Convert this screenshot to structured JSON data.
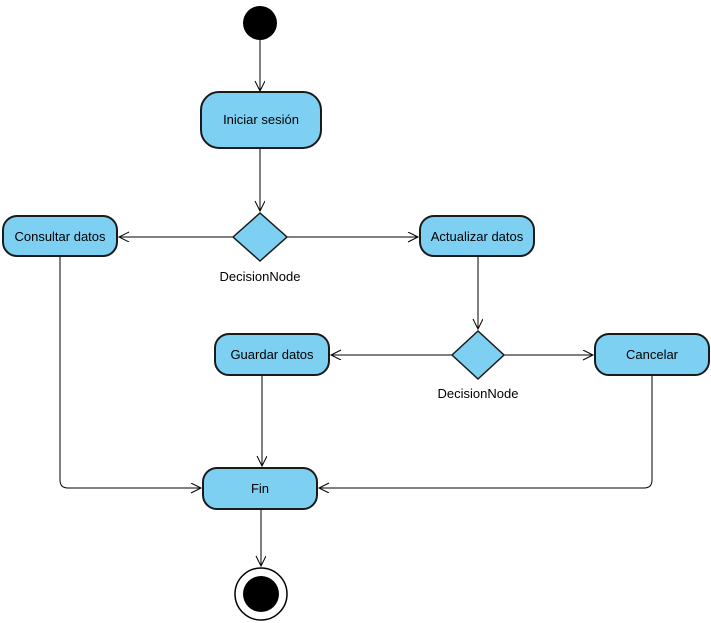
{
  "diagram": {
    "kind": "uml-activity-diagram",
    "colors": {
      "background": "#ffffff",
      "node_fill": "#7ED0F2",
      "node_stroke": "#1a1a1a",
      "edge_color": "#000000",
      "initial_node_fill": "#000000",
      "final_node_fill": "#000000",
      "text_color": "#000000"
    },
    "nodes": {
      "initial": {
        "kind": "initial-node"
      },
      "iniciar_sesion": {
        "label": "Iniciar sesión"
      },
      "decision1": {
        "label": "DecisionNode"
      },
      "consultar_datos": {
        "label": "Consultar datos"
      },
      "actualizar_datos": {
        "label": "Actualizar datos"
      },
      "decision2": {
        "label": "DecisionNode"
      },
      "guardar_datos": {
        "label": "Guardar datos"
      },
      "cancelar": {
        "label": "Cancelar"
      },
      "fin": {
        "label": "Fin"
      },
      "final": {
        "kind": "activity-final-node"
      }
    },
    "edges": [
      {
        "from": "initial",
        "to": "iniciar_sesion"
      },
      {
        "from": "iniciar_sesion",
        "to": "decision1"
      },
      {
        "from": "decision1",
        "to": "consultar_datos"
      },
      {
        "from": "decision1",
        "to": "actualizar_datos"
      },
      {
        "from": "actualizar_datos",
        "to": "decision2"
      },
      {
        "from": "decision2",
        "to": "guardar_datos"
      },
      {
        "from": "decision2",
        "to": "cancelar"
      },
      {
        "from": "guardar_datos",
        "to": "fin"
      },
      {
        "from": "consultar_datos",
        "to": "fin"
      },
      {
        "from": "cancelar",
        "to": "fin"
      },
      {
        "from": "fin",
        "to": "final"
      }
    ]
  }
}
